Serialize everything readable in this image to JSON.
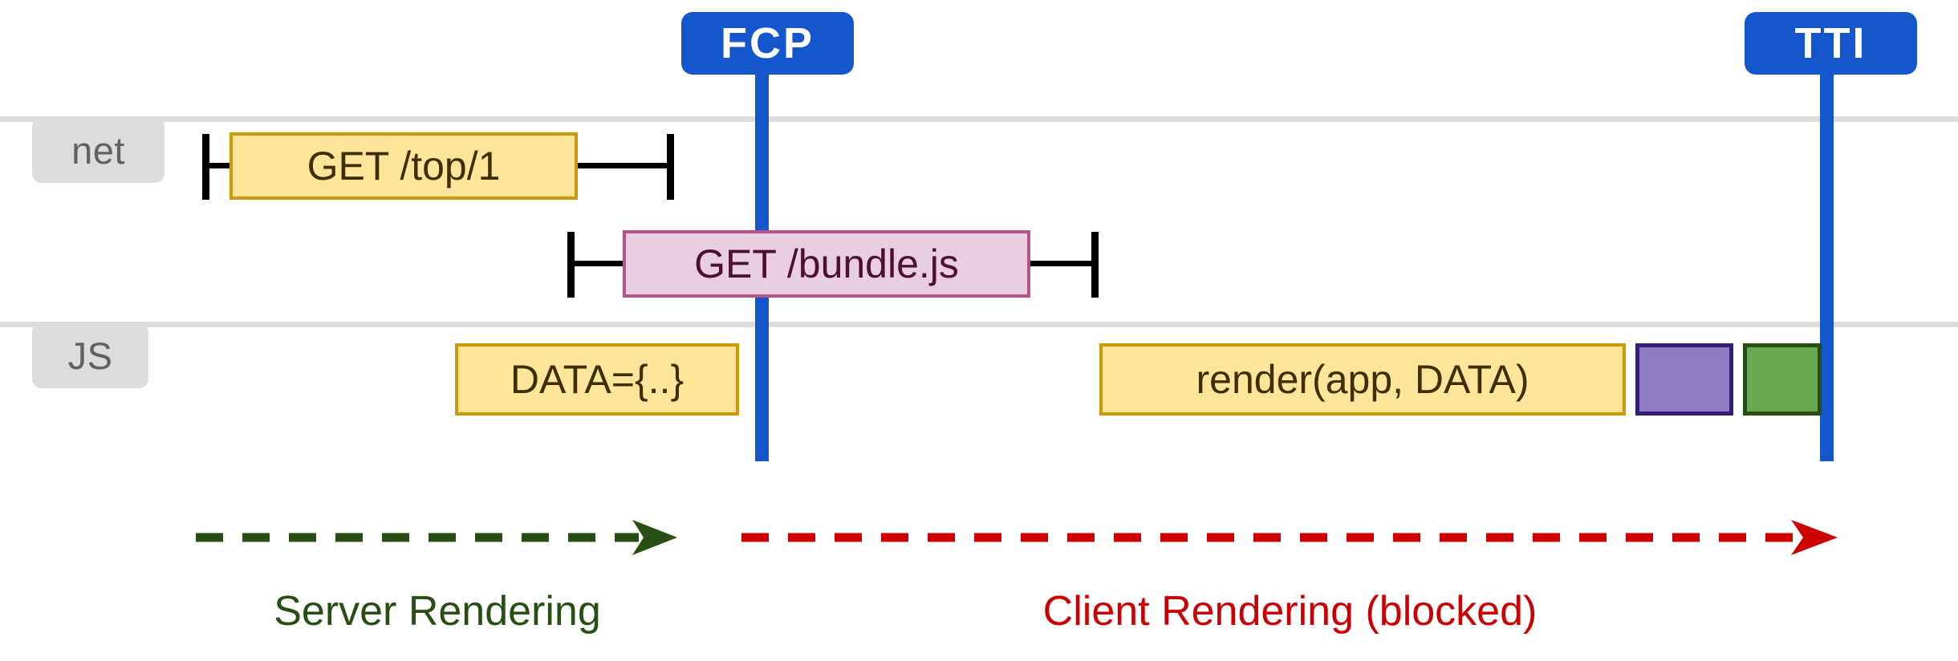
{
  "diagram": {
    "title": "Server vs client rendering timeline",
    "colors": {
      "marker_blue": "#1456cc",
      "lane_gray": "#dcdcdc",
      "bar_yellow_fill": "#ffe599",
      "bar_yellow_stroke": "#cc9a06",
      "bar_pink_fill": "#e8cee0",
      "bar_pink_stroke": "#b3548c",
      "bar_purple_fill": "#8e7cc3",
      "bar_purple_stroke": "#351c75",
      "bar_green_fill": "#6aa84f",
      "bar_green_stroke": "#274e13",
      "server_green": "#274e13",
      "client_red": "#cc0000"
    }
  },
  "markers": [
    {
      "id": "fcp",
      "label": "FCP"
    },
    {
      "id": "tti",
      "label": "TTI"
    }
  ],
  "lanes": [
    {
      "id": "net",
      "label": "net"
    },
    {
      "id": "js",
      "label": "JS"
    }
  ],
  "bars": {
    "get_top": "GET /top/1",
    "get_bundle": "GET /bundle.js",
    "data": "DATA={..}",
    "render": "render(app, DATA)",
    "hydrate_1": "",
    "hydrate_2": ""
  },
  "phases": [
    {
      "id": "server",
      "label": "Server Rendering"
    },
    {
      "id": "client",
      "label": "Client Rendering (blocked)"
    }
  ]
}
